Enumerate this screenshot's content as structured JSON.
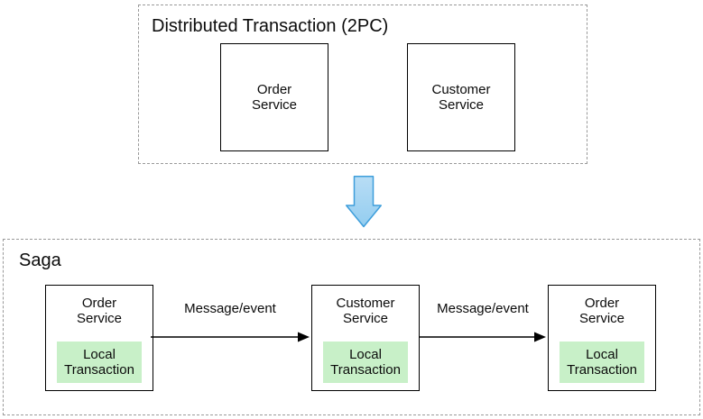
{
  "colors": {
    "local_transaction_fill": "#c8f0c8",
    "blue_arrow_fill": "#a8d7f3",
    "blue_arrow_stroke": "#3e9edb",
    "box_border": "#000000",
    "group_border_dashed": "#999999",
    "text": "#0b0b0b"
  },
  "two_pc": {
    "title": "Distributed Transaction (2PC)",
    "services": [
      {
        "label": "Order\nService"
      },
      {
        "label": "Customer\nService"
      }
    ]
  },
  "transition": {
    "icon": "down-block-arrow"
  },
  "saga": {
    "title": "Saga",
    "steps": [
      {
        "service": "Order\nService",
        "local": "Local\nTransaction"
      },
      {
        "service": "Customer\nService",
        "local": "Local\nTransaction"
      },
      {
        "service": "Order\nService",
        "local": "Local\nTransaction"
      }
    ],
    "arrows": [
      {
        "label": "Message/event"
      },
      {
        "label": "Message/event"
      }
    ]
  }
}
